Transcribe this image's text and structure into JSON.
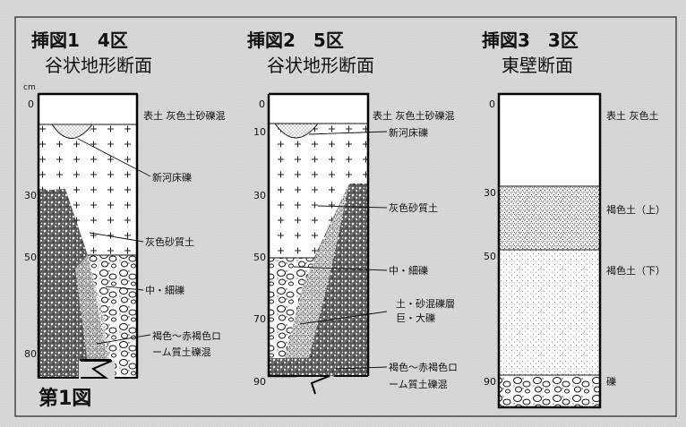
{
  "figure_label": "第1図",
  "unit": "cm",
  "colors": {
    "background": "#d4d4d4",
    "frame": "#000000",
    "ink": "#111111",
    "paper": "#ffffff"
  },
  "panels": [
    {
      "id": "p1",
      "title": "挿図1　4区",
      "subtitle": "谷状地形断面",
      "depth_ticks": [
        "0",
        "30",
        "50",
        "80"
      ],
      "labels": [
        "表土 灰色土砂礫混",
        "新河床礫",
        "灰色砂質土",
        "中・細礫",
        "褐色～赤褐色ロ",
        "ーム質土礫混"
      ]
    },
    {
      "id": "p2",
      "title": "挿図2　5区",
      "subtitle": "谷状地形断面",
      "depth_ticks": [
        "0",
        "10",
        "30",
        "50",
        "70",
        "90"
      ],
      "labels": [
        "表土 灰色土砂礫混",
        "新河床礫",
        "灰色砂質土",
        "中・細礫",
        "土・砂混礫層",
        "巨・大礫",
        "褐色～赤褐色ロ",
        "ーム質土礫混"
      ]
    },
    {
      "id": "p3",
      "title": "挿図3　3区",
      "subtitle": "東壁断面",
      "depth_ticks": [
        "0",
        "30",
        "50",
        "90"
      ],
      "labels": [
        "表土 灰色土",
        "褐色土（上）",
        "褐色土（下）",
        "礫"
      ]
    }
  ]
}
